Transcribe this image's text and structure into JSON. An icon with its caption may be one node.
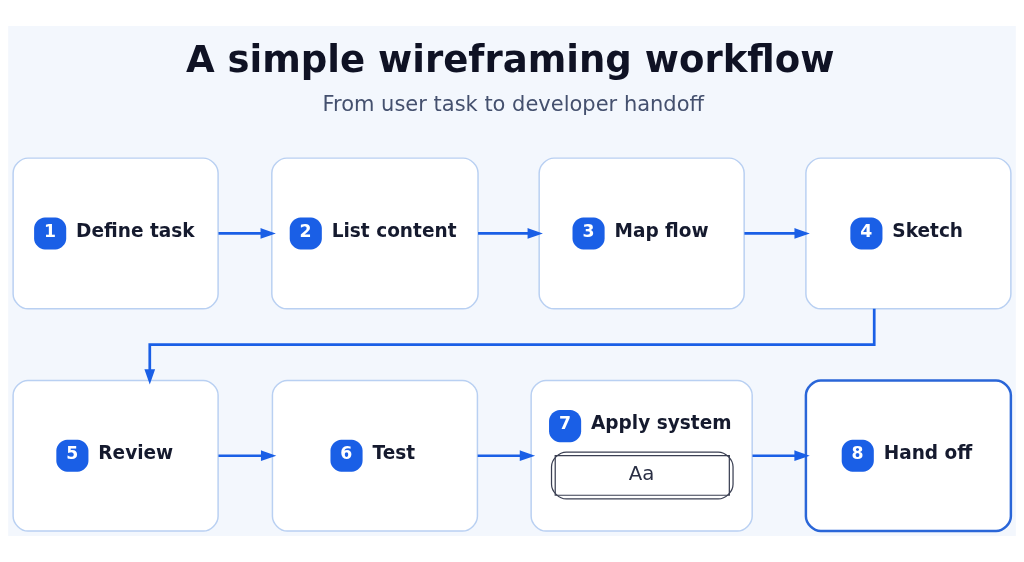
{
  "diagram": {
    "title": "A simple wireframing workflow",
    "caption": "From user task to developer handoff",
    "nodes": [
      {
        "text": [
          "1",
          "Define task"
        ]
      },
      {
        "text": [
          "2",
          "List content"
        ]
      },
      {
        "text": [
          "3",
          "Map flow"
        ]
      },
      {
        "text": [
          "4",
          "Sketch"
        ]
      },
      {
        "text": [
          "5",
          "Review"
        ]
      },
      {
        "text": [
          "6",
          "Test"
        ]
      },
      {
        "text": [
          "7",
          "Apply system",
          "Aa"
        ]
      },
      {
        "text": [
          "8",
          "Hand off"
        ]
      }
    ],
    "edges": [
      {
        "from": 0,
        "to": 1,
        "arrow": "to"
      },
      {
        "from": 1,
        "to": 2,
        "arrow": "to"
      },
      {
        "from": 2,
        "to": 3,
        "arrow": "to"
      },
      {
        "from": 3,
        "to": 4,
        "arrow": "to"
      },
      {
        "from": 4,
        "to": 5,
        "arrow": "to"
      },
      {
        "from": 5,
        "to": 6,
        "arrow": "to"
      },
      {
        "from": 6,
        "to": 7,
        "arrow": "to"
      }
    ]
  }
}
